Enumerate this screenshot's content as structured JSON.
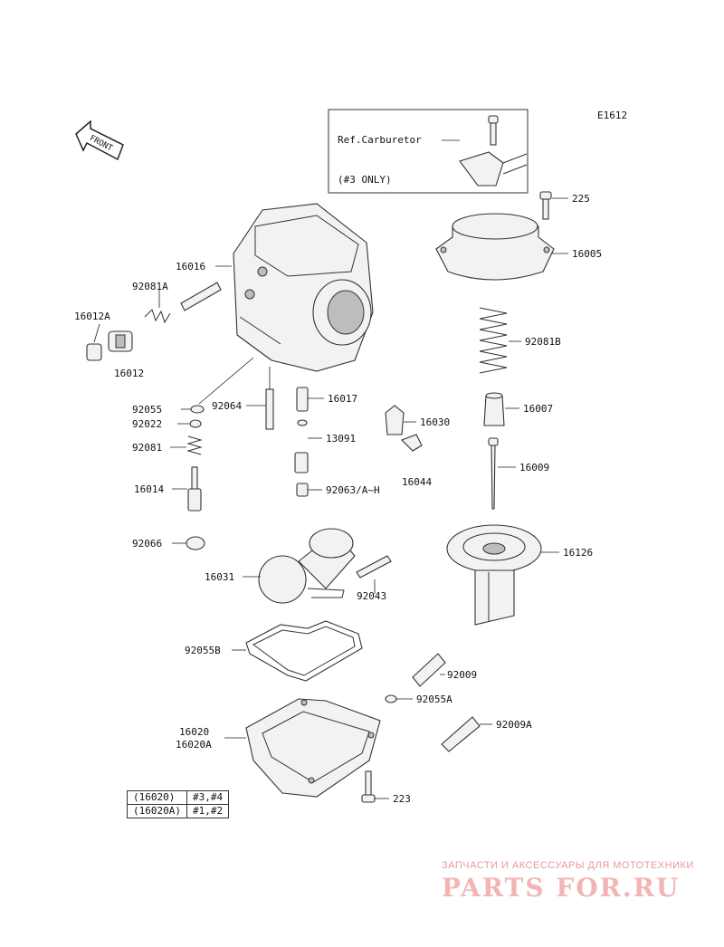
{
  "diagram_code": "E1612",
  "front_label": "FRONT",
  "inset": {
    "ref_text": "Ref.Carburetor",
    "note": "(#3 ONLY)"
  },
  "labels": {
    "p225": "225",
    "p16005": "16005",
    "p92081b": "92081B",
    "p16007": "16007",
    "p16009": "16009",
    "p16126": "16126",
    "p16016": "16016",
    "p92081a": "92081A",
    "p16012a": "16012A",
    "p16012": "16012",
    "p92055": "92055",
    "p92064": "92064",
    "p16017": "16017",
    "p16030": "16030",
    "p92022": "92022",
    "p13091": "13091",
    "p92081": "92081",
    "p16044": "16044",
    "p16014": "16014",
    "p92063": "92063/A~H",
    "p92066": "92066",
    "p16031": "16031",
    "p92043": "92043",
    "p92055b": "92055B",
    "p92009": "92009",
    "p92055a": "92055A",
    "p16020": "16020",
    "p16020a": "16020A",
    "p92009a": "92009A",
    "p223": "223"
  },
  "application_table": [
    {
      "part": "(16020)",
      "models": "#3,#4"
    },
    {
      "part": "(16020A)",
      "models": "#1,#2"
    }
  ],
  "watermark": {
    "subtitle": "ЗАПЧАСТИ И АКСЕССУАРЫ ДЛЯ МОТОТЕХНИКИ",
    "logo": "PARTS FOR.RU",
    "color": "#f2b5b5"
  }
}
